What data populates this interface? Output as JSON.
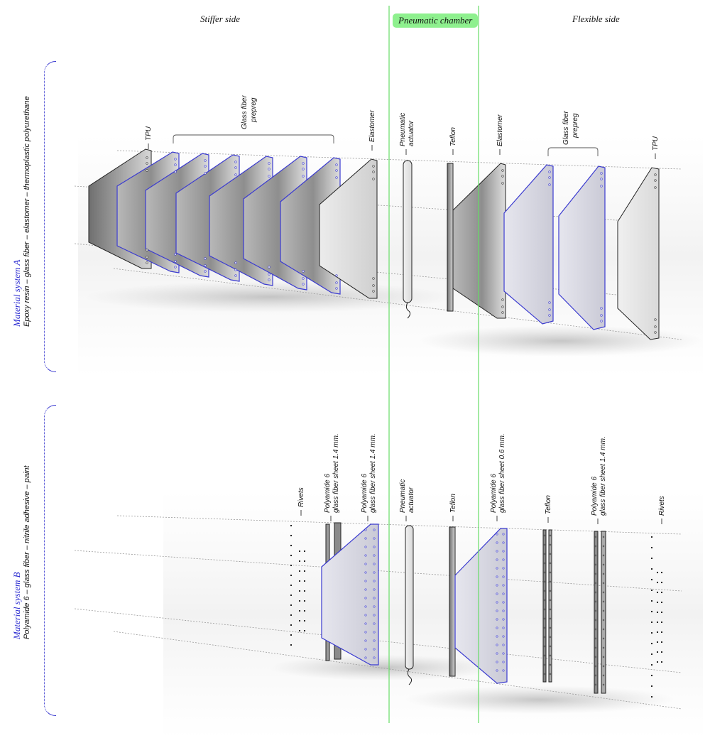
{
  "headers": {
    "stiffer_side": "Stiffer side",
    "pneumatic_chamber": "Pneumatic chamber",
    "flexible_side": "Flexible side"
  },
  "system_a": {
    "title": "Material system A",
    "description": "Epoxy resin – glass fiber – elastomer – thermoplastic polyurethane",
    "labels": {
      "tpu_left": "TPU",
      "glass_fiber_prepreg_left": [
        "Glass fiber",
        "prepreg"
      ],
      "elastomer_left": "Elastomer",
      "pneumatic_actuator": [
        "Pneumatic",
        "actuator"
      ],
      "teflon": "Teflon",
      "elastomer_right": "Elastomer",
      "glass_fiber_prepreg_right": [
        "Glass fiber",
        "prepreg"
      ],
      "tpu_right": "TPU"
    }
  },
  "system_b": {
    "title": "Material system B",
    "description": "Polyamide 6 – glass fiber – nitrile adhesive – paint",
    "labels": {
      "rivets_left": "Rivets",
      "pa6_14_a": [
        "Polyamide 6",
        "glass fiber sheet 1.4 mm."
      ],
      "pa6_14_b": [
        "Polyamide 6",
        "glass fiber sheet 1.4 mm."
      ],
      "pneumatic_actuator": [
        "Pneumatic",
        "actuator"
      ],
      "teflon_left": "Teflon",
      "pa6_06": [
        "Polyamide 6",
        "glass fiber sheet 0.6 mm."
      ],
      "teflon_right": "Teflon",
      "pa6_14_c": [
        "Polyamide 6",
        "glass fiber sheet 1.4 mm."
      ],
      "rivets_right": "Rivets"
    }
  },
  "colors": {
    "chamber_line": "#66dd66",
    "chamber_pill": "#8ef08e",
    "system_title": "#2a2ad0",
    "fiber_outline": "#3b3bd0",
    "panel_dark": "#8c8c8c",
    "panel_light": "#e4e4e4"
  }
}
